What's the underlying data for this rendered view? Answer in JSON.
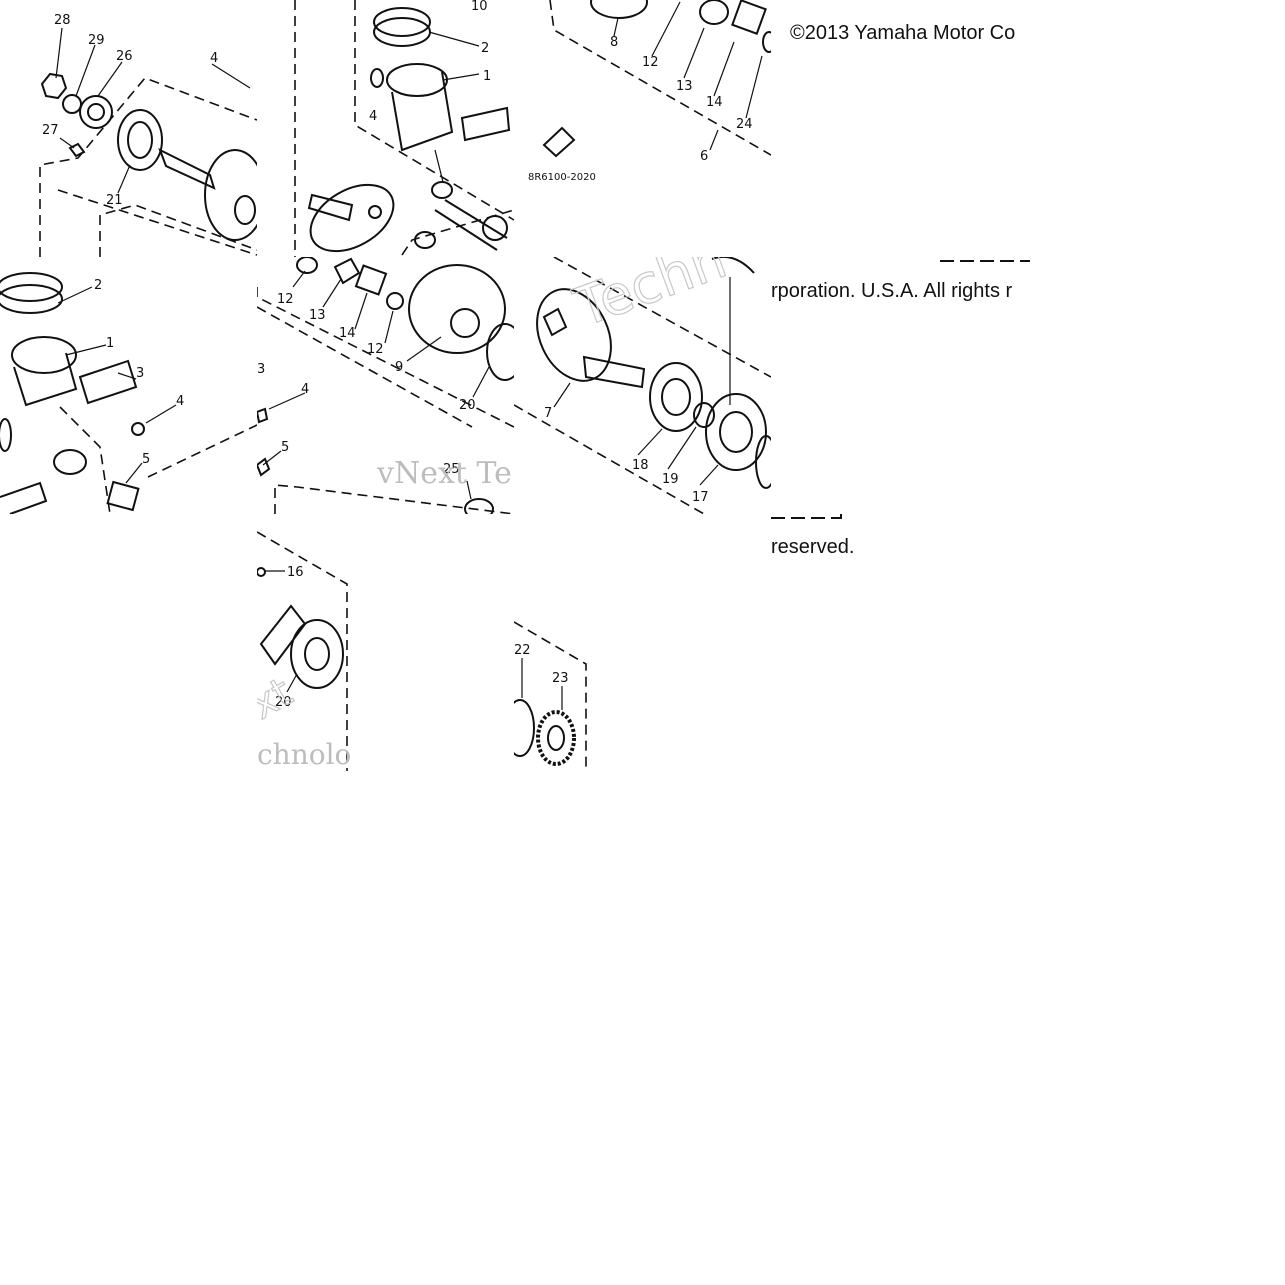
{
  "copyright": {
    "line1": "©2013 Yamaha Motor Co",
    "line2": "rporation. U.S.A. All rights r",
    "line3": "reserved."
  },
  "part_code": "8R6100-2020",
  "watermark": {
    "text1": "vNext Te",
    "text2": "Techn",
    "text3": "chnolo",
    "text4": "xt"
  },
  "callouts": {
    "t1": [
      "28",
      "29",
      "26",
      "4",
      "27",
      "21"
    ],
    "t2": [
      "10",
      "2",
      "1",
      "4"
    ],
    "t3": [
      "8",
      "12",
      "13",
      "14",
      "24",
      "6"
    ],
    "t4": [
      "2",
      "1",
      "3",
      "4",
      "5"
    ],
    "t5": [
      "12",
      "13",
      "14",
      "12",
      "9",
      "20",
      "3",
      "4",
      "5",
      "25"
    ],
    "t6": [
      "7",
      "18",
      "19",
      "17"
    ],
    "t7": [
      "16",
      "20"
    ],
    "t8": [
      "22",
      "23"
    ]
  }
}
